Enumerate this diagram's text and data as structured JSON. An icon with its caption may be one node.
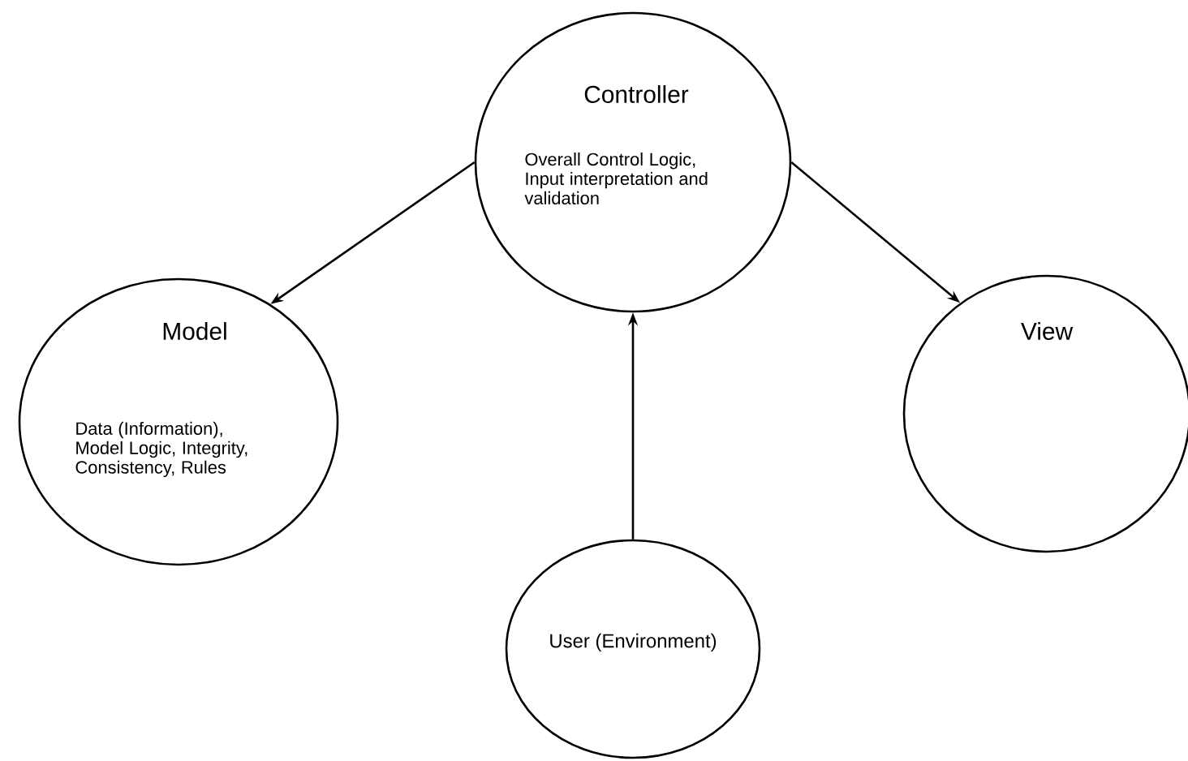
{
  "diagram": {
    "nodes": [
      {
        "text": [
          "Controller",
          "Overall Control Logic, Input interpretation and validation"
        ]
      },
      {
        "text": [
          "Model",
          "Data (Information), Model Logic, Integrity, Consistency, Rules"
        ]
      },
      {
        "text": [
          "View"
        ]
      },
      {
        "text": [
          "User (Environment)"
        ]
      }
    ],
    "edges": [
      {
        "from": 0,
        "to": 1,
        "arrow": "to"
      },
      {
        "from": 0,
        "to": 2,
        "arrow": "to"
      },
      {
        "from": 3,
        "to": 0,
        "arrow": "to"
      }
    ]
  }
}
